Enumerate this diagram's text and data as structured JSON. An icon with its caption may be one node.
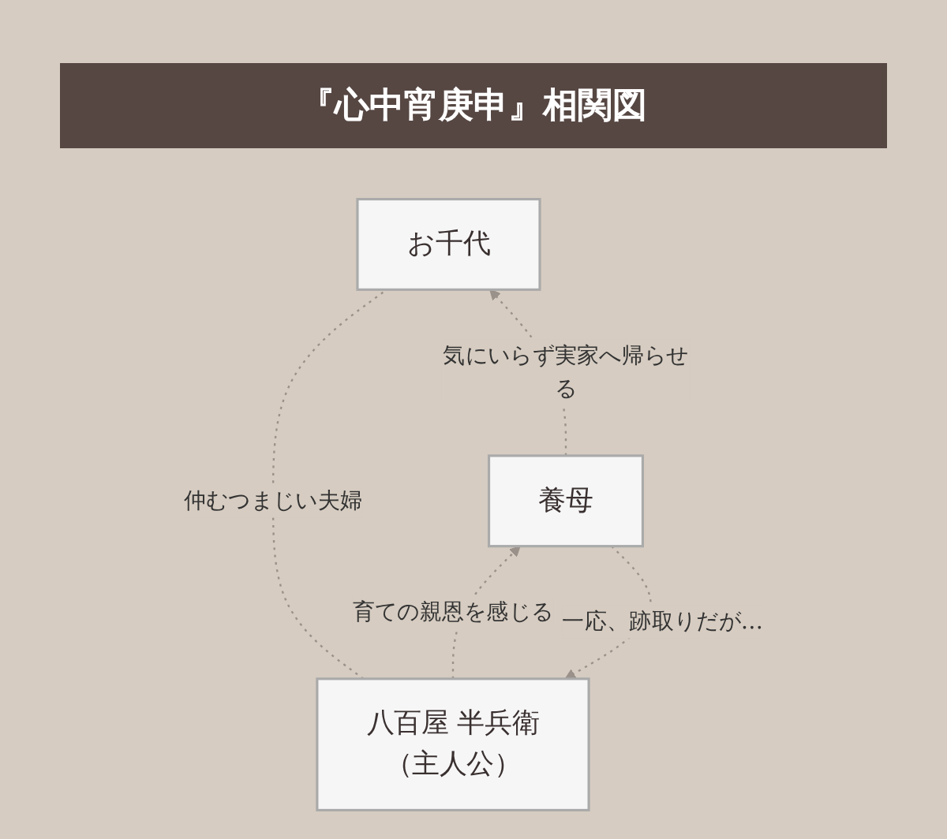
{
  "diagram": {
    "title": "『心中宵庚申』相関図",
    "nodes": [
      {
        "text": [
          "八百屋 半兵衛",
          "（主人公）"
        ]
      },
      {
        "text": [
          "お千代"
        ]
      },
      {
        "text": [
          "養母"
        ]
      }
    ],
    "edges": [
      {
        "from": 0,
        "to": 1,
        "arrow": "none",
        "label": "仲むつまじい夫婦",
        "style": "dashed"
      },
      {
        "from": 2,
        "to": 0,
        "arrow": "to",
        "label": "一応、跡取りだが…",
        "style": "dashed"
      },
      {
        "from": 0,
        "to": 2,
        "arrow": "to",
        "label": "育ての親恩を感じる",
        "style": "dashed"
      },
      {
        "from": 2,
        "to": 1,
        "arrow": "to",
        "label": "気にいらず実家へ帰らせる",
        "style": "dashed"
      }
    ]
  }
}
